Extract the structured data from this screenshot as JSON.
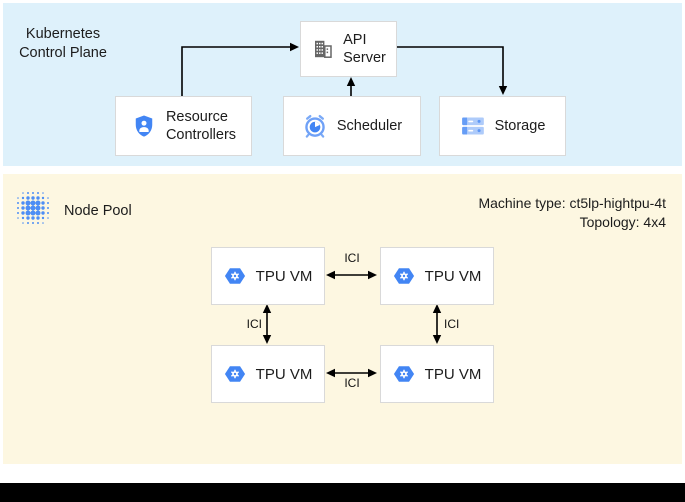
{
  "control_plane": {
    "title_line1": "Kubernetes",
    "title_line2": "Control Plane",
    "api_server": {
      "line1": "API",
      "line2": "Server",
      "icon": "building-icon"
    },
    "resource_controllers": {
      "line1": "Resource",
      "line2": "Controllers",
      "icon": "shield-user-icon"
    },
    "scheduler": {
      "label": "Scheduler",
      "icon": "alarm-clock-icon"
    },
    "storage": {
      "label": "Storage",
      "icon": "storage-disks-icon"
    }
  },
  "node_pool": {
    "title": "Node Pool",
    "icon": "dot-grid-icon",
    "machine_type": "Machine type: ct5lp-hightpu-4t",
    "topology": "Topology: 4x4",
    "vms": [
      {
        "label": "TPU VM",
        "icon": "hexagon-gear-icon"
      },
      {
        "label": "TPU VM",
        "icon": "hexagon-gear-icon"
      },
      {
        "label": "TPU VM",
        "icon": "hexagon-gear-icon"
      },
      {
        "label": "TPU VM",
        "icon": "hexagon-gear-icon"
      }
    ],
    "ici_label": "ICI"
  },
  "colors": {
    "control_plane_bg": "#DEF1FB",
    "node_pool_bg": "#FDF7E1",
    "box_border": "#D9D9D9",
    "arrow": "#000000",
    "google_blue": "#4285F4",
    "light_blue": "#AECBFA",
    "icon_gray": "#666666"
  }
}
